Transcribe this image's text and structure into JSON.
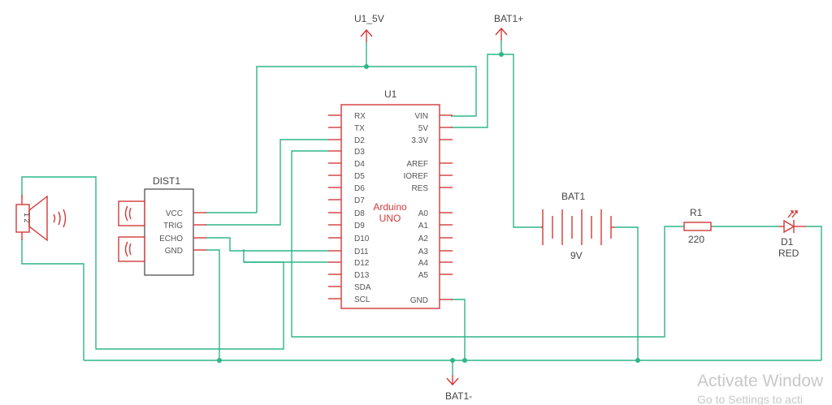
{
  "power": {
    "u1_5v": "U1_5V",
    "bat1_plus": "BAT1+",
    "bat1_minus": "BAT1-"
  },
  "arduino": {
    "ref": "U1",
    "name_line1": "Arduino",
    "name_line2": "UNO",
    "left_pins": [
      "RX",
      "TX",
      "D2",
      "D3",
      "D4",
      "D5",
      "D6",
      "D7",
      "D8",
      "D9",
      "D10",
      "D11",
      "D12",
      "D13",
      "SDA",
      "SCL"
    ],
    "right_pins": [
      "VIN",
      "5V",
      "3.3V",
      "",
      "AREF",
      "IOREF",
      "RES",
      "",
      "A0",
      "A1",
      "A2",
      "A3",
      "A4",
      "A5",
      "",
      "GND"
    ]
  },
  "sensor": {
    "ref": "DIST1",
    "pins": [
      "VCC",
      "TRIG",
      "ECHO",
      "GND"
    ]
  },
  "speaker": {
    "pin_label": "1 2"
  },
  "battery": {
    "ref": "BAT1",
    "value": "9V"
  },
  "resistor": {
    "ref": "R1",
    "value": "220"
  },
  "led": {
    "ref": "D1",
    "value": "RED"
  },
  "watermark": {
    "line1": "Activate Window",
    "line2": "Go to Settings to acti"
  }
}
